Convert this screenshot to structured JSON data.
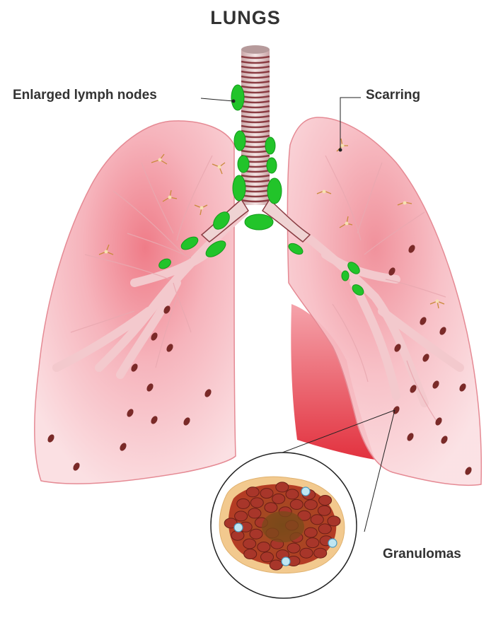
{
  "title": "LUNGS",
  "labels": {
    "lymph_nodes": "Enlarged lymph nodes",
    "scarring": "Scarring",
    "granulomas": "Granulomas"
  },
  "colors": {
    "lung_fill": "#f7c9cf",
    "lung_inner": "#f08a95",
    "lung_edge": "#e27a86",
    "trachea": "#efd3d3",
    "trachea_ring": "#8a3c42",
    "lymph_node": "#22c42a",
    "granule": "#7a2a28",
    "granuloma_cell": "#a83a26",
    "granuloma_edge": "#f2c98e",
    "scar": "#c98a3a",
    "line": "#222222"
  }
}
